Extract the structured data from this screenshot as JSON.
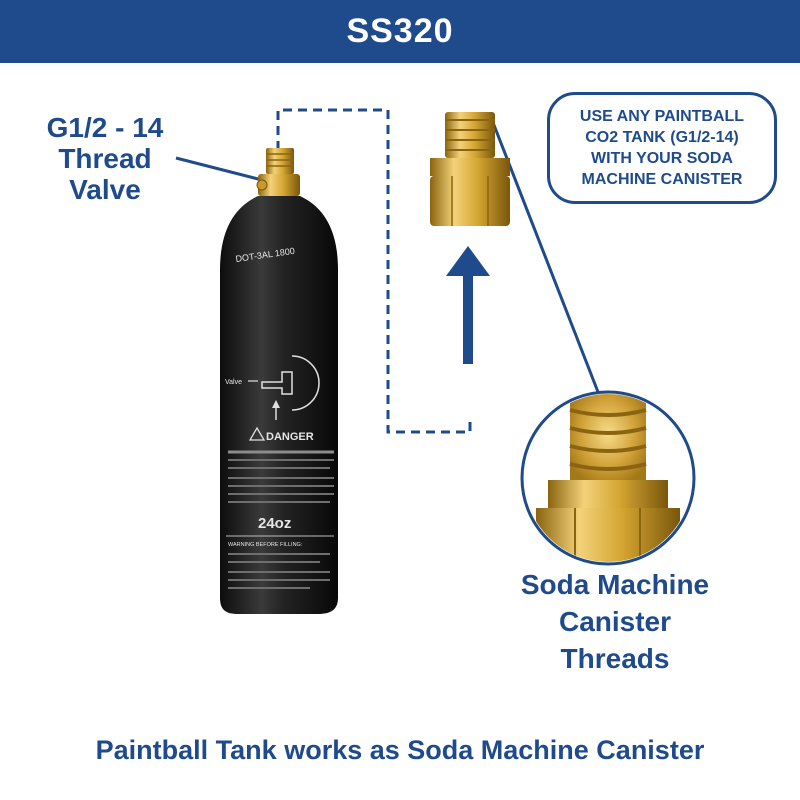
{
  "header": {
    "title": "SS320"
  },
  "valve_label": {
    "lines": [
      "G1/2 - 14",
      "Thread",
      "Valve"
    ]
  },
  "note": {
    "lines": [
      "USE ANY PAINTBALL",
      "CO2 TANK (G1/2-14)",
      "WITH YOUR SODA",
      "MACHINE CANISTER"
    ]
  },
  "threads_label": {
    "lines": [
      "Soda Machine",
      "Canister",
      "Threads"
    ]
  },
  "footer": {
    "caption": "Paintball Tank works as Soda Machine Canister"
  },
  "tank_print": {
    "danger": "DANGER",
    "size": "24oz",
    "warning": "WARNING BEFORE FILLING:"
  },
  "colors": {
    "brand_blue": "#1f4b8c",
    "brass": "#d4a531",
    "tank_body": "#1a1a1a"
  }
}
